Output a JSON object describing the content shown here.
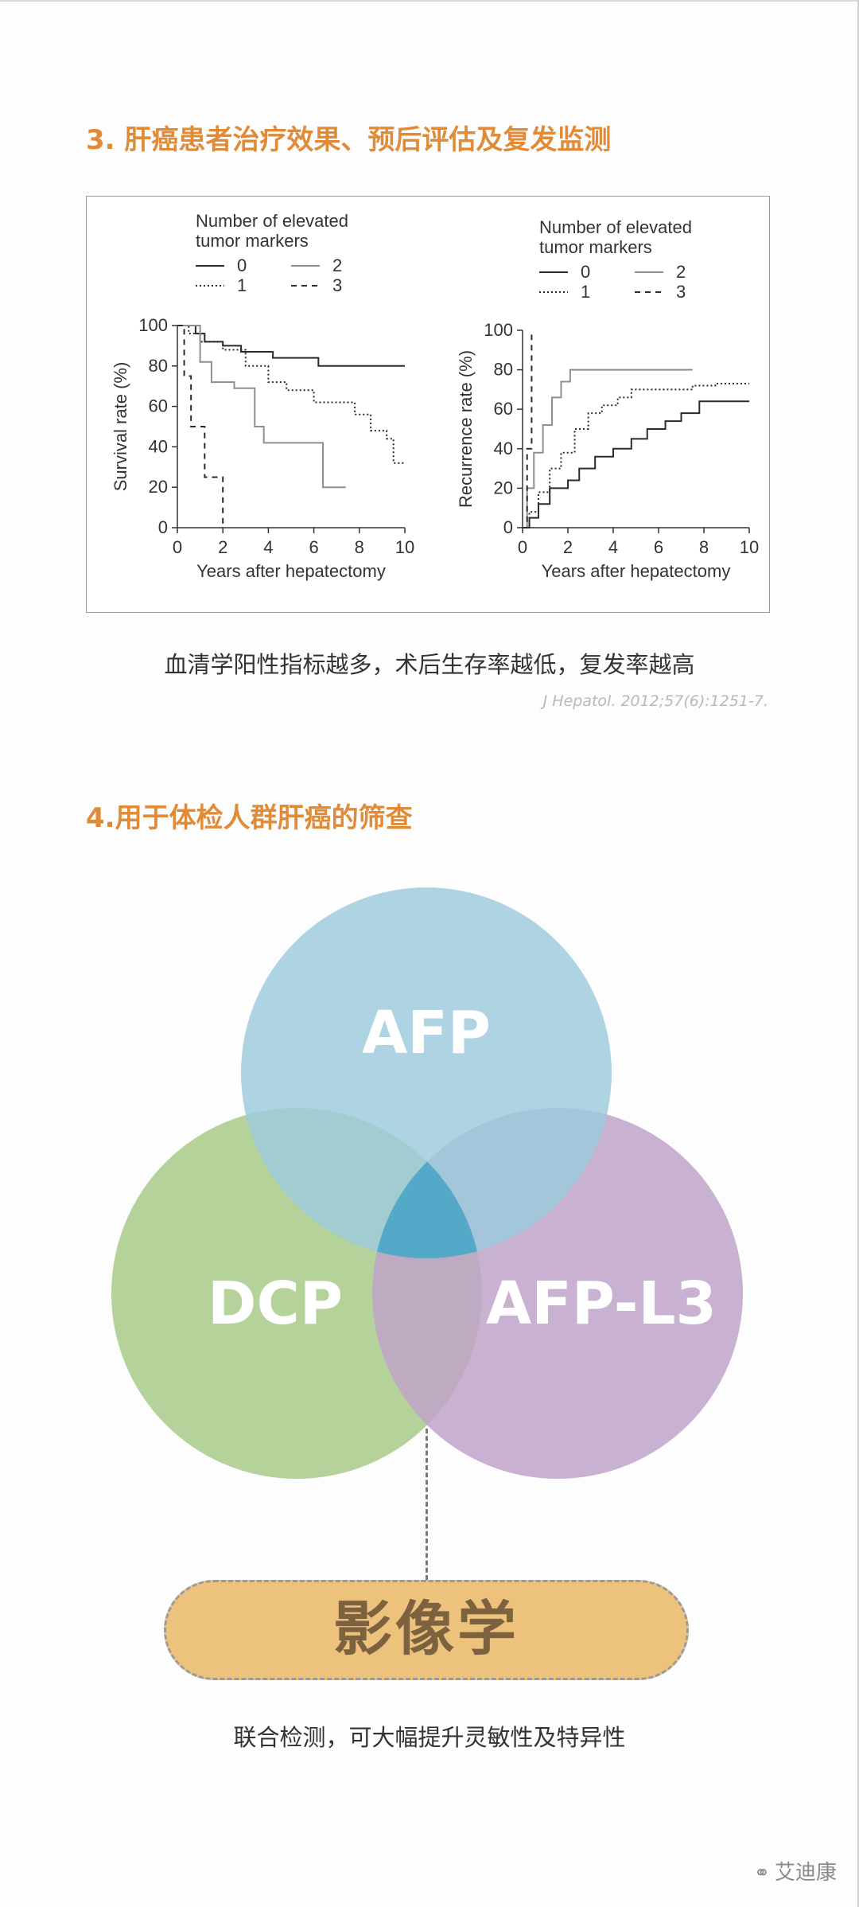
{
  "section3": {
    "title": "3. 肝癌患者治疗效果、预后评估及复发监测"
  },
  "chart_data": [
    {
      "type": "line",
      "step": true,
      "legend_title": "Number of elevated\ntumor markers",
      "legend_items": [
        {
          "name": "0",
          "style": "solid-black"
        },
        {
          "name": "2",
          "style": "solid-gray"
        },
        {
          "name": "1",
          "style": "dotted-black"
        },
        {
          "name": "3",
          "style": "dashed-black"
        }
      ],
      "xlabel": "Years after hepatectomy",
      "ylabel": "Survival rate (%)",
      "xlim": [
        0,
        10
      ],
      "ylim": [
        0,
        100
      ],
      "xticks": [
        0,
        2,
        4,
        6,
        8,
        10
      ],
      "yticks": [
        0,
        20,
        40,
        60,
        80,
        100
      ],
      "series": [
        {
          "name": "0",
          "style": "solid-black",
          "x": [
            0,
            0.8,
            1.2,
            2,
            2.8,
            4.2,
            6.2,
            10
          ],
          "y": [
            100,
            96,
            92,
            90,
            87,
            84,
            80,
            80
          ]
        },
        {
          "name": "1",
          "style": "dotted-black",
          "x": [
            0,
            0.5,
            1,
            2,
            3,
            4,
            4.8,
            6,
            7.8,
            8.5,
            9.2,
            9.5,
            10
          ],
          "y": [
            100,
            96,
            92,
            88,
            80,
            72,
            68,
            62,
            56,
            48,
            44,
            32,
            32
          ]
        },
        {
          "name": "2",
          "style": "solid-gray",
          "x": [
            0,
            1,
            1.5,
            2.5,
            3.4,
            3.8,
            6.4,
            7.4
          ],
          "y": [
            100,
            82,
            72,
            69,
            50,
            42,
            20,
            20
          ]
        },
        {
          "name": "3",
          "style": "dashed-black",
          "x": [
            0,
            0.3,
            0.6,
            1.2,
            2,
            2
          ],
          "y": [
            100,
            75,
            50,
            25,
            25,
            0
          ]
        }
      ]
    },
    {
      "type": "line",
      "step": true,
      "legend_title": "Number of elevated\ntumor markers",
      "legend_items": [
        {
          "name": "0",
          "style": "solid-black"
        },
        {
          "name": "2",
          "style": "solid-gray"
        },
        {
          "name": "1",
          "style": "dotted-black"
        },
        {
          "name": "3",
          "style": "dashed-black"
        }
      ],
      "xlabel": "Years after hepatectomy",
      "ylabel": "Recurrence rate (%)",
      "xlim": [
        0,
        10
      ],
      "ylim": [
        0,
        100
      ],
      "xticks": [
        0,
        2,
        4,
        6,
        8,
        10
      ],
      "yticks": [
        0,
        20,
        40,
        60,
        80,
        100
      ],
      "series": [
        {
          "name": "0",
          "style": "solid-black",
          "x": [
            0,
            0.3,
            0.7,
            1.2,
            2,
            2.5,
            3.2,
            4,
            4.8,
            5.5,
            6.3,
            7,
            7.8,
            10
          ],
          "y": [
            0,
            5,
            12,
            20,
            24,
            30,
            36,
            40,
            45,
            50,
            54,
            58,
            64,
            64
          ]
        },
        {
          "name": "1",
          "style": "dotted-black",
          "x": [
            0,
            0.3,
            0.7,
            1.2,
            1.7,
            2.3,
            2.9,
            3.5,
            4.2,
            4.8,
            7.5,
            8.5,
            10
          ],
          "y": [
            0,
            8,
            18,
            30,
            38,
            50,
            58,
            62,
            66,
            70,
            72,
            73,
            73
          ]
        },
        {
          "name": "2",
          "style": "solid-gray",
          "x": [
            0,
            0.2,
            0.5,
            0.9,
            1.3,
            1.7,
            2.1,
            7.5
          ],
          "y": [
            0,
            20,
            38,
            52,
            66,
            74,
            80,
            80
          ]
        },
        {
          "name": "3",
          "style": "dashed-black",
          "x": [
            0,
            0.2,
            0.4,
            0.4
          ],
          "y": [
            0,
            40,
            80,
            100
          ]
        }
      ]
    }
  ],
  "caption1": "血清学阳性指标越多，术后生存率越低，复发率越高",
  "reference": "J Hepatol. 2012;57(6):1251-7.",
  "section4": {
    "title": "4.用于体检人群肝癌的筛查"
  },
  "venn": {
    "afp": "AFP",
    "dcp": "DCP",
    "afpl3": "AFP-L3",
    "colors": {
      "afp": "#9ccbdd",
      "dcp": "#b5d29a",
      "afpl3": "#c0a4c9",
      "center": "#3a9dc3"
    }
  },
  "imaging": "影像学",
  "caption2": "联合检测，可大幅提升灵敏性及特异性",
  "watermark": "艾迪康"
}
